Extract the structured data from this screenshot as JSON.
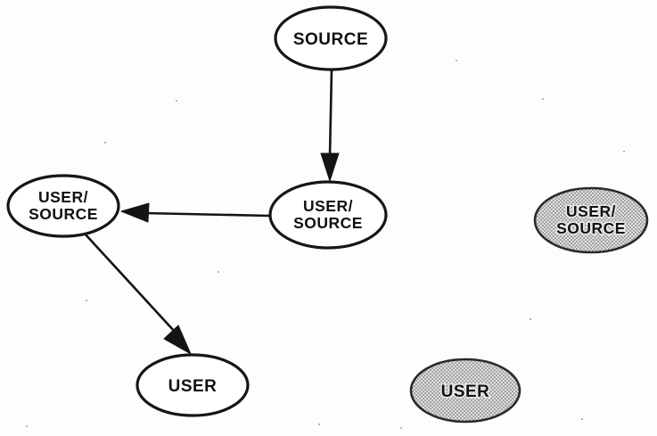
{
  "diagram": {
    "description": "Information flow diagram of source and user nodes",
    "colors": {
      "background": "#fdfdfc",
      "node_stroke": "#161616",
      "node_fill_plain": "#ffffff",
      "node_fill_shaded": "#c9c9c9",
      "arrow": "#141414",
      "label_text": "#111111"
    },
    "nodes": {
      "source_top": {
        "label": "SOURCE",
        "shaded": false
      },
      "user_source_center": {
        "line1": "USER/",
        "line2": "SOURCE",
        "shaded": false
      },
      "user_source_left": {
        "line1": "USER/",
        "line2": "SOURCE",
        "shaded": false
      },
      "user_left": {
        "label": "USER",
        "shaded": false
      },
      "user_source_right": {
        "line1": "USER/",
        "line2": "SOURCE",
        "shaded": true
      },
      "user_right": {
        "label": "USER",
        "shaded": true
      }
    },
    "edges": [
      {
        "from": "source_top",
        "to": "user_source_center",
        "direction": "down"
      },
      {
        "from": "user_source_center",
        "to": "user_source_left",
        "direction": "left"
      },
      {
        "from": "user_source_left",
        "to": "user_left",
        "direction": "down-right"
      }
    ]
  }
}
